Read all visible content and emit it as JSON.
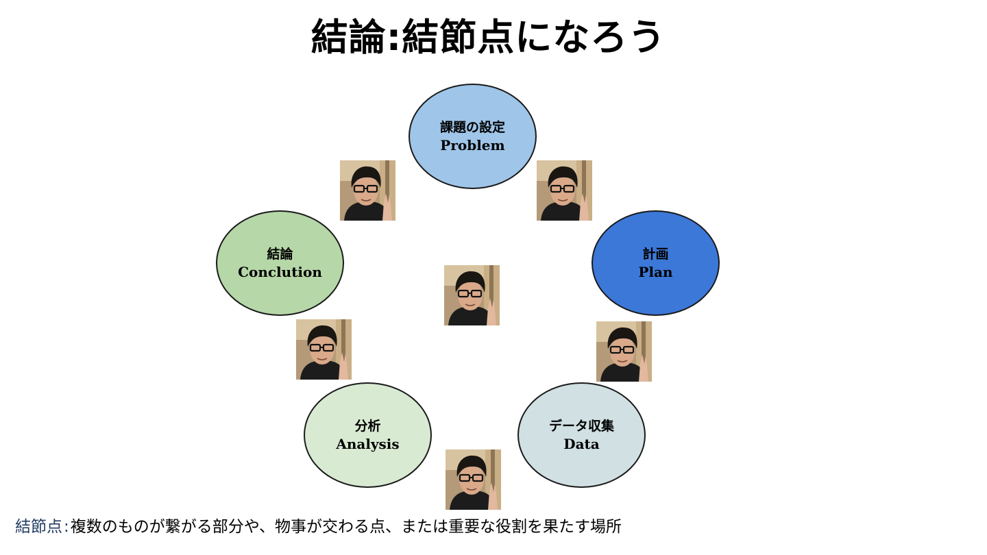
{
  "slide": {
    "title": "結論:結節点になろう"
  },
  "nodes": {
    "problem": {
      "jp": "課題の設定",
      "en": "Problem",
      "fill": "#9fc5e8"
    },
    "plan": {
      "jp": "計画",
      "en": "Plan",
      "fill": "#3c78d8"
    },
    "data": {
      "jp": "データ収集",
      "en": "Data",
      "fill": "#d0e0e3"
    },
    "analysis": {
      "jp": "分析",
      "en": "Analysis",
      "fill": "#d9ead3"
    },
    "conclusion": {
      "jp": "結論",
      "en": "Conclution",
      "fill": "#b6d7a8"
    }
  },
  "footer": {
    "term": "結節点",
    "separator": ":",
    "definition": "複数のものが繋がる部分や、物事が交わる点、または重要な役割を果たす場所"
  }
}
